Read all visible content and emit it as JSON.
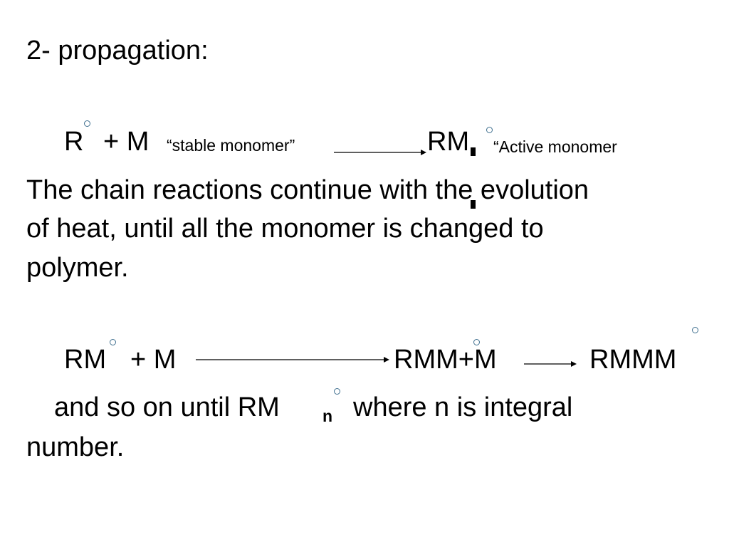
{
  "heading": "2- propagation:",
  "reaction1": {
    "r": "R",
    "plus_m": "+ M",
    "stable_label": "“stable monomer”",
    "product": "RM",
    "active_label": "“Active monomer"
  },
  "paragraph": {
    "line1": "The chain reactions continue with the evolution",
    "line2": "of heat, until all the monomer is changed to",
    "line3": "polymer."
  },
  "reaction2": {
    "rm": "RM",
    "plus_m": "+ M",
    "rmm_plus_m": "RMM+M",
    "rmmm": "RMMM"
  },
  "closing": {
    "part1": "and so on until RM",
    "subscript": "n",
    "part2": "where n is integral",
    "line2": "number."
  },
  "colors": {
    "text": "#000000",
    "radical_ring": "#3f6f8f",
    "background": "#ffffff"
  }
}
